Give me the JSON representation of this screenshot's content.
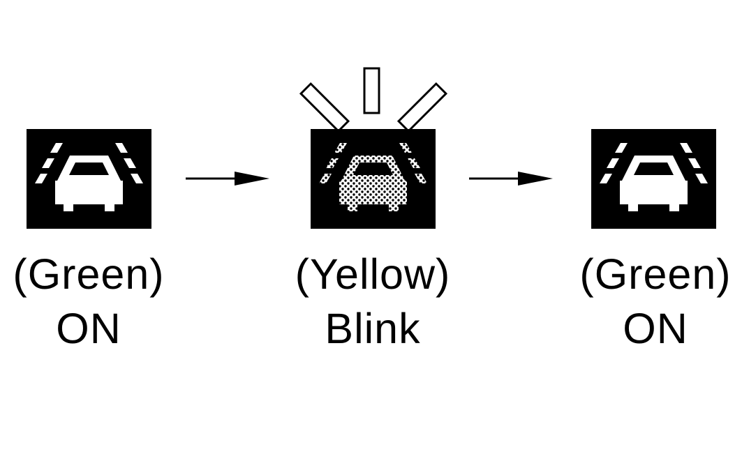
{
  "states": [
    {
      "color_label": "(Green)",
      "status": "ON",
      "icon": "lane-keep-car-icon"
    },
    {
      "color_label": "(Yellow)",
      "status": "Blink",
      "icon": "lane-keep-car-icon-dotted"
    },
    {
      "color_label": "(Green)",
      "status": "ON",
      "icon": "lane-keep-car-icon"
    }
  ],
  "colors": {
    "icon_background": "#000000",
    "icon_foreground": "#ffffff",
    "text": "#000000"
  }
}
